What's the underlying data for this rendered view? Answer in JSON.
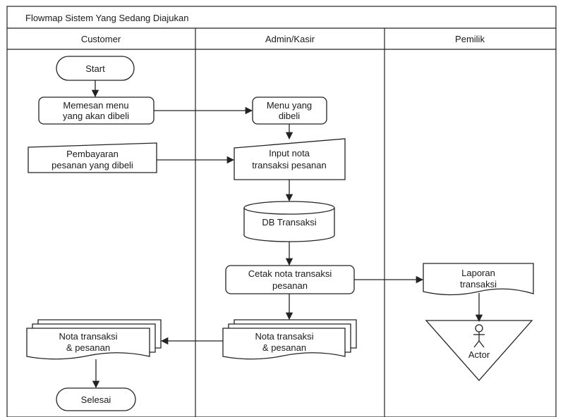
{
  "diagram": {
    "title": "Flowmap Sistem Yang Sedang Diajukan",
    "lanes": [
      "Customer",
      "Admin/Kasir",
      "Pemilik"
    ],
    "nodes": {
      "start": [
        "Start"
      ],
      "pesan_menu": [
        "Memesan menu",
        "yang akan dibeli"
      ],
      "menu_dibeli": [
        "Menu yang",
        "dibeli"
      ],
      "pembayaran": [
        "Pembayaran",
        "pesanan yang dibeli"
      ],
      "input_nota": [
        "Input nota",
        "transaksi pesanan"
      ],
      "db_transaksi": [
        "DB Transaksi"
      ],
      "cetak_nota": [
        "Cetak nota transaksi",
        "pesanan"
      ],
      "laporan": [
        "Laporan",
        "transaksi"
      ],
      "actor": [
        "Actor"
      ],
      "nota_admin": [
        "Nota transaksi",
        "& pesanan"
      ],
      "nota_customer": [
        "Nota transaksi",
        "& pesanan"
      ],
      "selesai": [
        "Selesai"
      ]
    }
  }
}
